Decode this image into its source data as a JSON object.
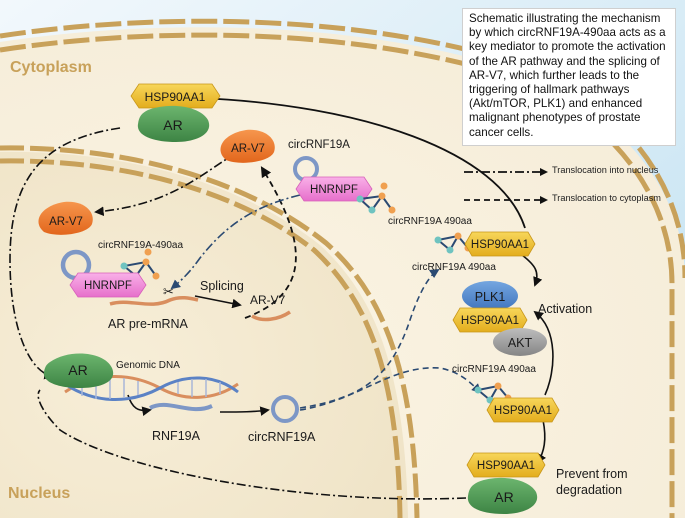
{
  "caption": "Schematic illustrating the mechanism by which circRNF19A-490aa acts as a key mediator to promote the activation of the AR pathway and the splicing of AR-V7, which further leads to the triggering of hallmark pathways (Akt/mTOR, PLK1) and enhanced malignant phenotypes of prostate cancer cells.",
  "compartments": {
    "cytoplasm": "Cytoplasm",
    "nucleus": "Nucleus"
  },
  "legend": {
    "nucleus": "Translocation into nucleus",
    "cytoplasm": "Translocation to cytoplasm"
  },
  "labels": {
    "hsp90_top": "HSP90AA1",
    "ar_top": "AR",
    "arv7_cyto": "AR-V7",
    "circ_cyto": "circRNF19A",
    "hnrnpf_cyto": "HNRNPF",
    "circ490_cyto": "circRNF19A 490aa",
    "arv7_nuc": "AR-V7",
    "circ490_nuc": "circRNF19A-490aa",
    "hnrnpf_nuc": "HNRNPF",
    "pre_mrna": "AR pre-mRNA",
    "splicing": "Splicing",
    "arv7_mrna": "AR-V7",
    "hsp90_mid": "HSP90AA1",
    "circ490_mid": "circRNF19A 490aa",
    "plk1": "PLK1",
    "hsp90_plk": "HSP90AA1",
    "akt": "AKT",
    "activation": "Activation",
    "circ490_low": "circRNF19A 490aa",
    "hsp90_low": "HSP90AA1",
    "ar_nuc": "AR",
    "genomic_dna": "Genomic DNA",
    "rnf19a": "RNF19A",
    "circ_nuc": "circRNF19A",
    "hsp90_bottom": "HSP90AA1",
    "ar_bottom": "AR",
    "prevent_1": "Prevent from",
    "prevent_2": "degradation"
  },
  "colors": {
    "cell_bg": "#f8f1e0",
    "nucleus_bg": "#f4ead2",
    "membrane": "#c8a15a",
    "outside": "#d7ebf6",
    "hsp90": "#eec12f",
    "ar": "#4c9a52",
    "arv7": "#ee7a2b",
    "hnrnpf": "#f08ad8",
    "plk1": "#4f89cf",
    "akt": "#9a9a9a",
    "circ": "#7d97c6",
    "mrna": "#d98e5e"
  }
}
